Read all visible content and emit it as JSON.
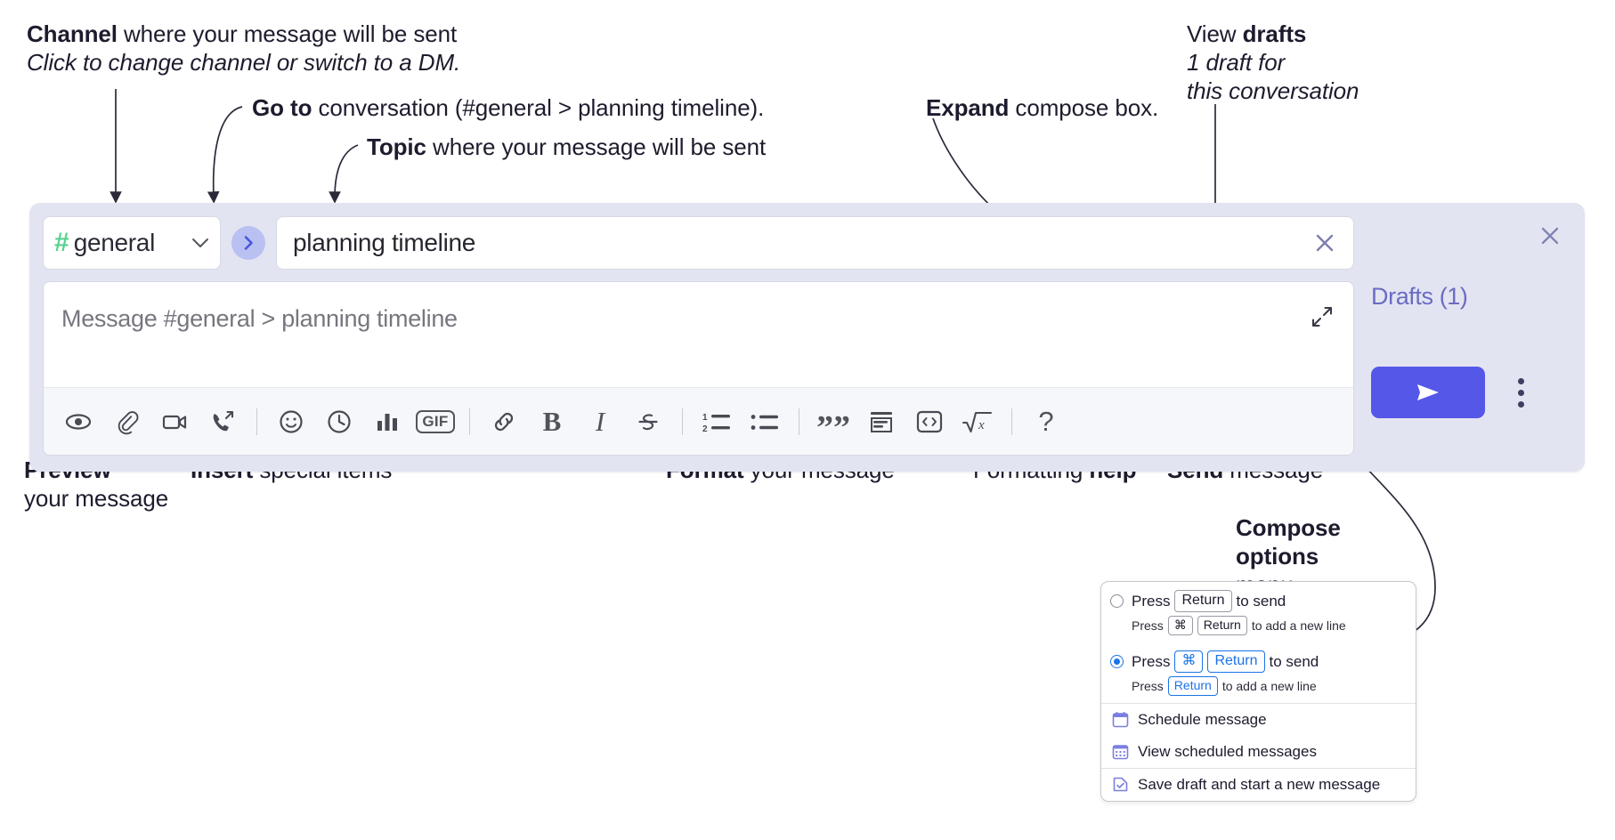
{
  "annotations": {
    "channel": {
      "bold": "Channel",
      "rest": " where your message will be sent",
      "italic": "Click to change channel or switch to a DM."
    },
    "goto": {
      "bold": "Go to",
      "rest": " conversation (#general > planning timeline)."
    },
    "topic": {
      "bold": "Topic",
      "rest": " where your message will be sent"
    },
    "expand": {
      "bold": "Expand",
      "rest": " compose box."
    },
    "drafts": {
      "bold_lead": "View ",
      "bold": "drafts",
      "italic_1": "1 draft for",
      "italic_2": "this conversation"
    },
    "preview": {
      "bold": "Preview",
      "rest": "your message"
    },
    "insert": {
      "bold": "Insert",
      "rest": " special items"
    },
    "format": {
      "bold": "Format",
      "rest": " your message"
    },
    "formatting_help": {
      "lead": "Formatting ",
      "bold": "help"
    },
    "send": {
      "bold": "Send",
      "rest": " message"
    },
    "compose_options": {
      "bold_1": "Compose",
      "bold_2": "options",
      "rest": "menu"
    }
  },
  "compose": {
    "channel_name": "general",
    "hash_symbol": "#",
    "chevron": "⌄",
    "topic_value": "planning timeline",
    "message_placeholder": "Message #general > planning timeline",
    "drafts_label": "Drafts (1)",
    "gif_label": "GIF",
    "bold_label": "B",
    "italic_label": "I",
    "help_label": "?",
    "quote_label": "””",
    "sqrt_label": "√x"
  },
  "menu": {
    "option_1": {
      "pre": "Press",
      "key": "Return",
      "post": "to send",
      "sub_pre": "Press",
      "sub_key_1": "⌘",
      "sub_key_2": "Return",
      "sub_post": "to add a new line",
      "selected": false
    },
    "option_2": {
      "pre": "Press",
      "key_1": "⌘",
      "key_2": "Return",
      "post": "to send",
      "sub_pre": "Press",
      "sub_key": "Return",
      "sub_post": "to add a new line",
      "selected": true
    },
    "items": [
      {
        "label": "Schedule message",
        "icon": "calendar-icon"
      },
      {
        "label": "View scheduled messages",
        "icon": "calendar-grid-icon"
      },
      {
        "label": "Save draft and start a new message",
        "icon": "document-check-icon"
      }
    ]
  },
  "colors": {
    "compose_bg": "#e3e4f1",
    "send_button": "#5457e8",
    "drafts_text": "#6a6cc4",
    "hash_green": "#5ad18f",
    "goto_circle": "#b9c0f2",
    "radio_blue": "#1a73e8",
    "menu_icon_purple": "#7b7ee0"
  }
}
